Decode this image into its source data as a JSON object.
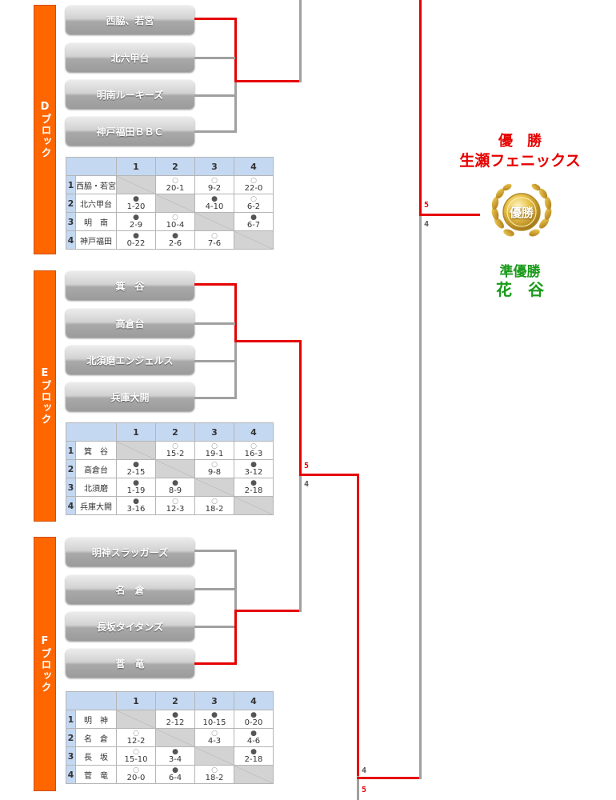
{
  "columns": [
    "1",
    "2",
    "3",
    "4"
  ],
  "blocks": {
    "D": {
      "label": "Dブロック",
      "teams": [
        "西脇、若宮",
        "北六甲台",
        "明南ルーキーズ",
        "神戸福田ＢＢＣ"
      ],
      "rows": [
        {
          "num": "1",
          "name": "西脇・若宮",
          "cells": [
            null,
            {
              "m": "○",
              "s": "20-1"
            },
            {
              "m": "○",
              "s": "9-2"
            },
            {
              "m": "○",
              "s": "22-0"
            }
          ]
        },
        {
          "num": "2",
          "name": "北六甲台",
          "cells": [
            {
              "m": "●",
              "s": "1-20"
            },
            null,
            {
              "m": "●",
              "s": "4-10"
            },
            {
              "m": "○",
              "s": "6-2"
            }
          ]
        },
        {
          "num": "3",
          "name": "明　南",
          "cells": [
            {
              "m": "●",
              "s": "2-9"
            },
            {
              "m": "○",
              "s": "10-4"
            },
            null,
            {
              "m": "●",
              "s": "6-7"
            }
          ]
        },
        {
          "num": "4",
          "name": "神戸福田",
          "cells": [
            {
              "m": "●",
              "s": "0-22"
            },
            {
              "m": "●",
              "s": "2-6"
            },
            {
              "m": "○",
              "s": "7-6"
            },
            null
          ]
        }
      ]
    },
    "E": {
      "label": "Eブロック",
      "teams": [
        "箕　谷",
        "高倉台",
        "北須磨エンジェルス",
        "兵庫大開"
      ],
      "rows": [
        {
          "num": "1",
          "name": "箕　谷",
          "cells": [
            null,
            {
              "m": "○",
              "s": "15-2"
            },
            {
              "m": "○",
              "s": "19-1"
            },
            {
              "m": "○",
              "s": "16-3"
            }
          ]
        },
        {
          "num": "2",
          "name": "高倉台",
          "cells": [
            {
              "m": "●",
              "s": "2-15"
            },
            null,
            {
              "m": "○",
              "s": "9-8"
            },
            {
              "m": "●",
              "s": "3-12"
            }
          ]
        },
        {
          "num": "3",
          "name": "北須磨",
          "cells": [
            {
              "m": "●",
              "s": "1-19"
            },
            {
              "m": "●",
              "s": "8-9"
            },
            null,
            {
              "m": "●",
              "s": "2-18"
            }
          ]
        },
        {
          "num": "4",
          "name": "兵庫大開",
          "cells": [
            {
              "m": "●",
              "s": "3-16"
            },
            {
              "m": "○",
              "s": "12-3"
            },
            {
              "m": "○",
              "s": "18-2"
            },
            null
          ]
        }
      ]
    },
    "F": {
      "label": "Fブロック",
      "teams": [
        "明神スラッガーズ",
        "名　倉",
        "長坂タイタンズ",
        "菅　竜"
      ],
      "rows": [
        {
          "num": "1",
          "name": "明　神",
          "cells": [
            null,
            {
              "m": "●",
              "s": "2-12"
            },
            {
              "m": "●",
              "s": "10-15"
            },
            {
              "m": "●",
              "s": "0-20"
            }
          ]
        },
        {
          "num": "2",
          "name": "名　倉",
          "cells": [
            {
              "m": "○",
              "s": "12-2"
            },
            null,
            {
              "m": "○",
              "s": "4-3"
            },
            {
              "m": "●",
              "s": "4-6"
            }
          ]
        },
        {
          "num": "3",
          "name": "長　坂",
          "cells": [
            {
              "m": "○",
              "s": "15-10"
            },
            {
              "m": "●",
              "s": "3-4"
            },
            null,
            {
              "m": "●",
              "s": "2-18"
            }
          ]
        },
        {
          "num": "4",
          "name": "菅　竜",
          "cells": [
            {
              "m": "○",
              "s": "20-0"
            },
            {
              "m": "●",
              "s": "6-4"
            },
            {
              "m": "○",
              "s": "18-2"
            },
            null
          ]
        }
      ]
    }
  },
  "scores": {
    "final_top": "5",
    "final_bottom": "4",
    "semi_top": "5",
    "semi_bottom": "4",
    "bottom_top": "4",
    "bottom_bottom": "5"
  },
  "result": {
    "champion_title": "優　勝",
    "champion_name": "生瀬フェニックス",
    "medal_text": "優勝",
    "runner_title": "準優勝",
    "runner_name": "花　谷"
  },
  "colors": {
    "accent": "#ff6600",
    "winner_line": "#e60000",
    "loser_line": "#a0a0a0",
    "champion": "#e60000",
    "runner": "#1a9a1a",
    "table_header": "#c4d8f2"
  }
}
